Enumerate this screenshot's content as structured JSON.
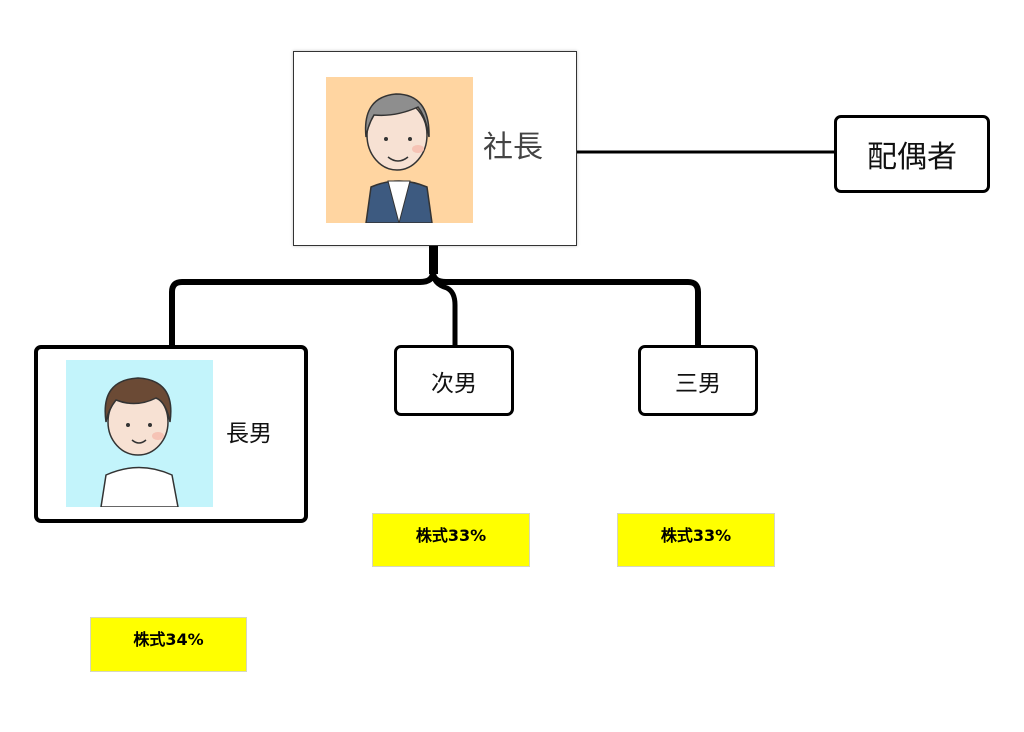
{
  "nodes": {
    "president": {
      "label": "社長",
      "avatar_bg": "#ffd5a1"
    },
    "spouse": {
      "label": "配偶者"
    },
    "eldest_son": {
      "label": "長男",
      "avatar_bg": "#c3f4fb"
    },
    "second_son": {
      "label": "次男"
    },
    "third_son": {
      "label": "三男"
    }
  },
  "shares": {
    "eldest_son": "株式34%",
    "second_son": "株式33%",
    "third_son": "株式33%"
  },
  "colors": {
    "share_bg": "#ffff00",
    "line": "#000000"
  }
}
